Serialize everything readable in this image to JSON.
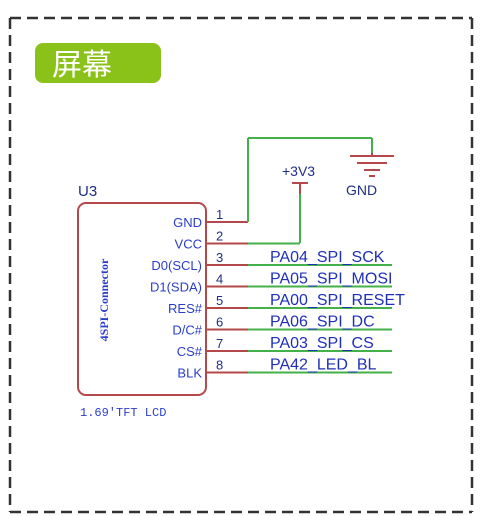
{
  "section": {
    "title": "屏幕",
    "title_bg": "#8bc21a",
    "border_color": "#333333"
  },
  "component": {
    "designator": "U3",
    "inner_label": "4SPI-Connector",
    "footer_label": "1.69'TFT LCD",
    "body_color": "#b5484a"
  },
  "pins": [
    {
      "num": "1",
      "name": "GND"
    },
    {
      "num": "2",
      "name": "VCC"
    },
    {
      "num": "3",
      "name": "D0(SCL)"
    },
    {
      "num": "4",
      "name": "D1(SDA)"
    },
    {
      "num": "5",
      "name": "RES#"
    },
    {
      "num": "6",
      "name": "D/C#"
    },
    {
      "num": "7",
      "name": "CS#"
    },
    {
      "num": "8",
      "name": "BLK"
    }
  ],
  "nets": [
    {
      "pin": "3",
      "label": "PA04_SPI_SCK"
    },
    {
      "pin": "4",
      "label": "PA05_SPI_MOSI"
    },
    {
      "pin": "5",
      "label": "PA00_SPI_RESET"
    },
    {
      "pin": "6",
      "label": "PA06_SPI_DC"
    },
    {
      "pin": "7",
      "label": "PA03_SPI_CS"
    },
    {
      "pin": "8",
      "label": "PA42_LED_BL"
    }
  ],
  "power": {
    "vcc_label": "+3V3",
    "gnd_label": "GND"
  },
  "colors": {
    "wire": "#44b04a",
    "pin_line": "#b5484a",
    "text_blue": "#2b3ec9"
  }
}
